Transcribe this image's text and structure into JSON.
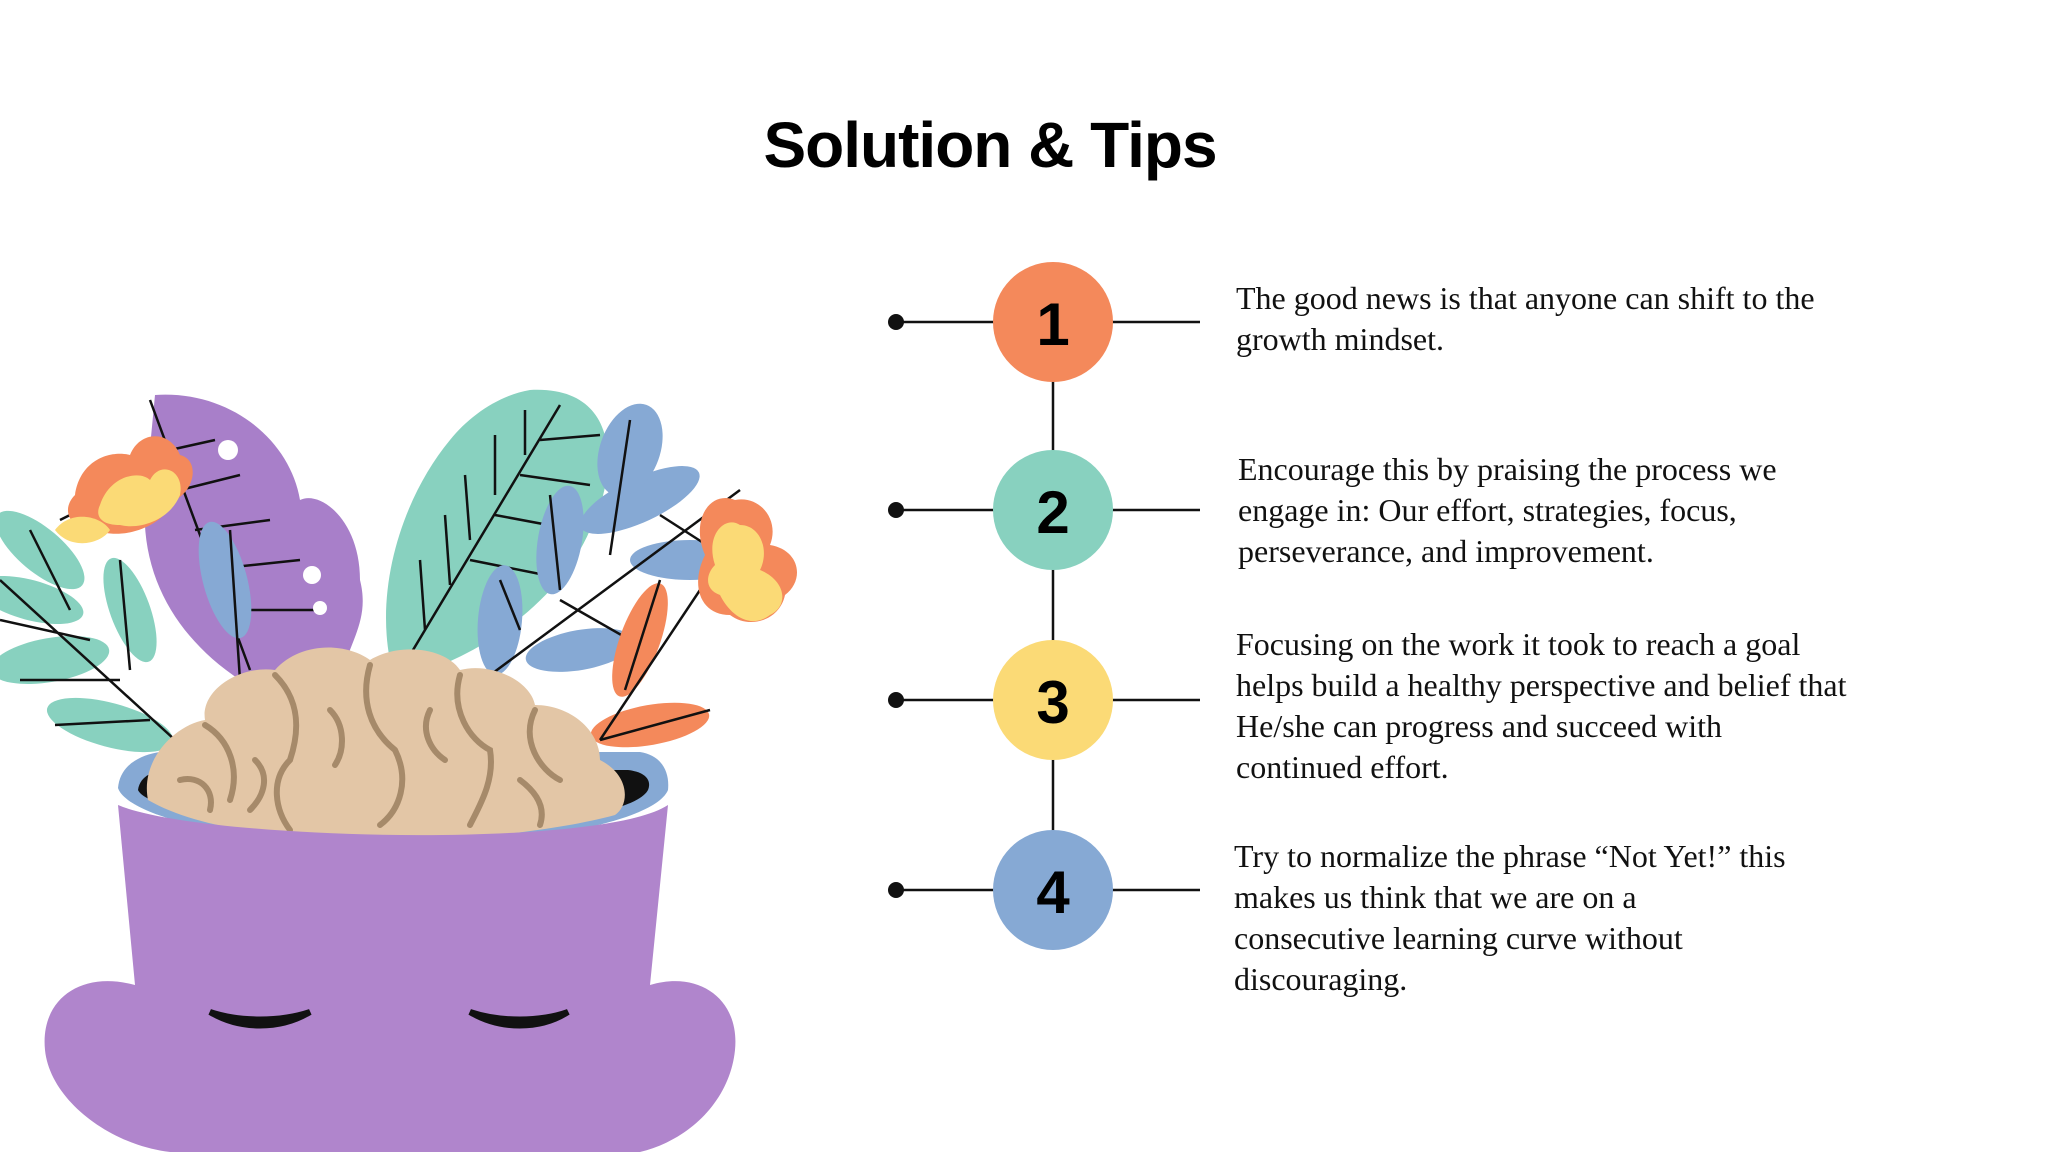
{
  "slide": {
    "title": "Solution & Tips",
    "tips": [
      {
        "number": "1",
        "color": "#f4895b",
        "text": "The good news is that anyone can shift to the growth mindset."
      },
      {
        "number": "2",
        "color": "#88d1bf",
        "text": "Encourage this by praising the process we engage in: Our effort, strategies, focus, perseverance, and improvement."
      },
      {
        "number": "3",
        "color": "#fbda76",
        "text": "Focusing on the work it took to reach a goal helps build a healthy perspective and belief that He/she can progress and succeed with continued effort."
      },
      {
        "number": "4",
        "color": "#86a9d4",
        "text": "Try to normalize the phrase “Not Yet!” this makes us think that we are on a consecutive learning curve without discouraging."
      }
    ]
  },
  "illustration": {
    "pot_color": "#b085cc",
    "brain_color": "#e3c6a6",
    "leaf_colors": [
      "#88d1bf",
      "#86a9d4",
      "#a87fc9",
      "#f4895b",
      "#fbda76"
    ]
  }
}
